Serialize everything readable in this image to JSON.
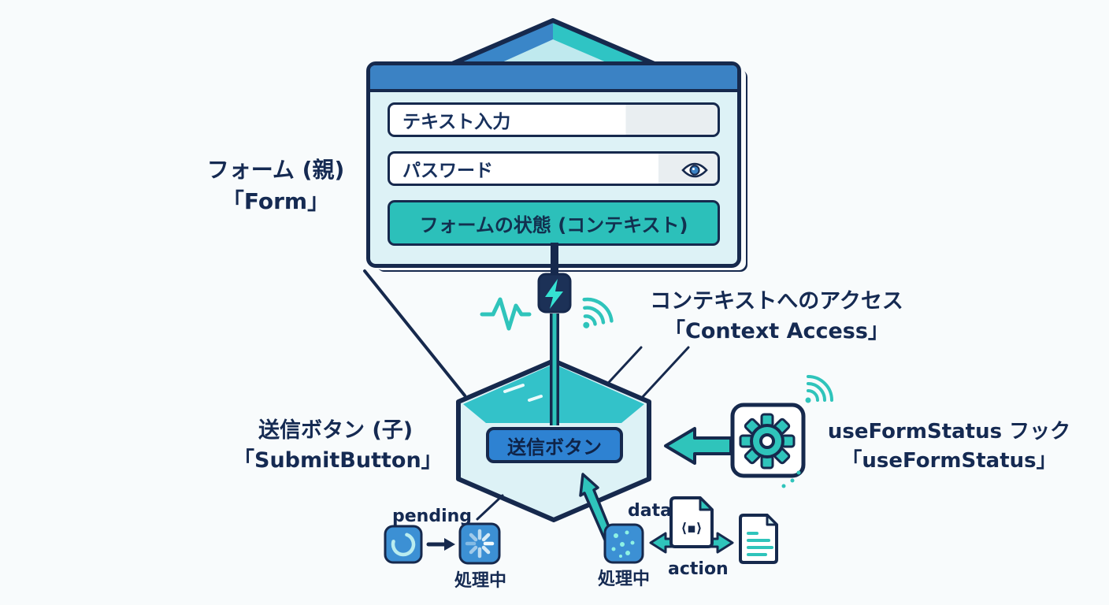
{
  "colors": {
    "navy": "#16294d",
    "teal": "#2fc4bb",
    "blue": "#3c90d4",
    "light_fill": "#ddf2f6"
  },
  "form_section": {
    "label_line1": "フォーム (親)",
    "label_line2": "「Form」",
    "text_input_value": "テキスト入力",
    "password_value": "パスワード",
    "state_box_label": "フォームの状態 (コンテキスト)"
  },
  "context_access": {
    "label_line1": "コンテキストへのアクセス",
    "label_line2": "「Context Access」"
  },
  "submit_section": {
    "label_line1": "送信ボタン (子)",
    "label_line2": "「SubmitButton」",
    "button_label": "送信ボタン"
  },
  "hook_section": {
    "label_line1": "useFormStatus フック",
    "label_line2": "「useFormStatus」"
  },
  "pending_flow": {
    "pending_label": "pending",
    "processing_label": "処理中"
  },
  "data_flow": {
    "data_label": "data",
    "processing_label": "処理中",
    "action_label": "action",
    "code_glyph": "⟨▪⟩"
  }
}
